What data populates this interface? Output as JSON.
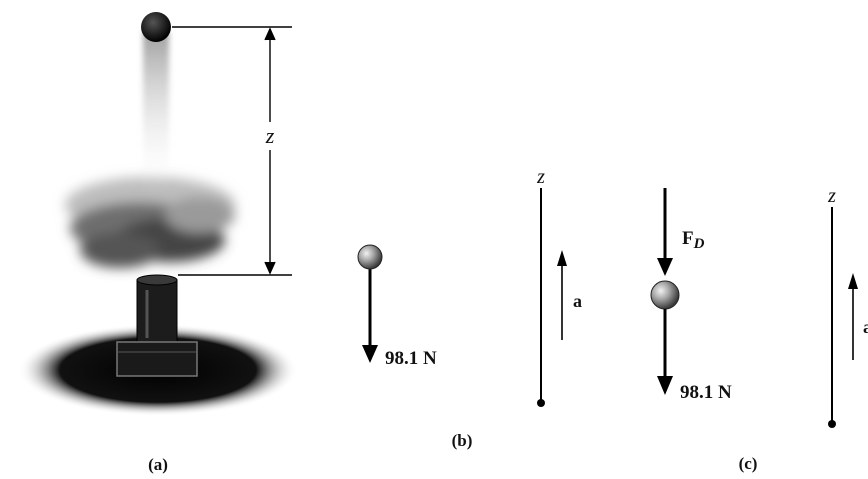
{
  "panels": {
    "a": {
      "label": "(a)",
      "height_symbol": "z"
    },
    "b": {
      "label": "(b)",
      "weight_label": "98.1 N",
      "axis_label": "z",
      "accel_label": "a"
    },
    "c": {
      "label": "(c)",
      "drag_label_main": "F",
      "drag_label_sub": "D",
      "weight_label": "98.1 N",
      "axis_label": "z",
      "accel_label_partial": "a"
    }
  }
}
